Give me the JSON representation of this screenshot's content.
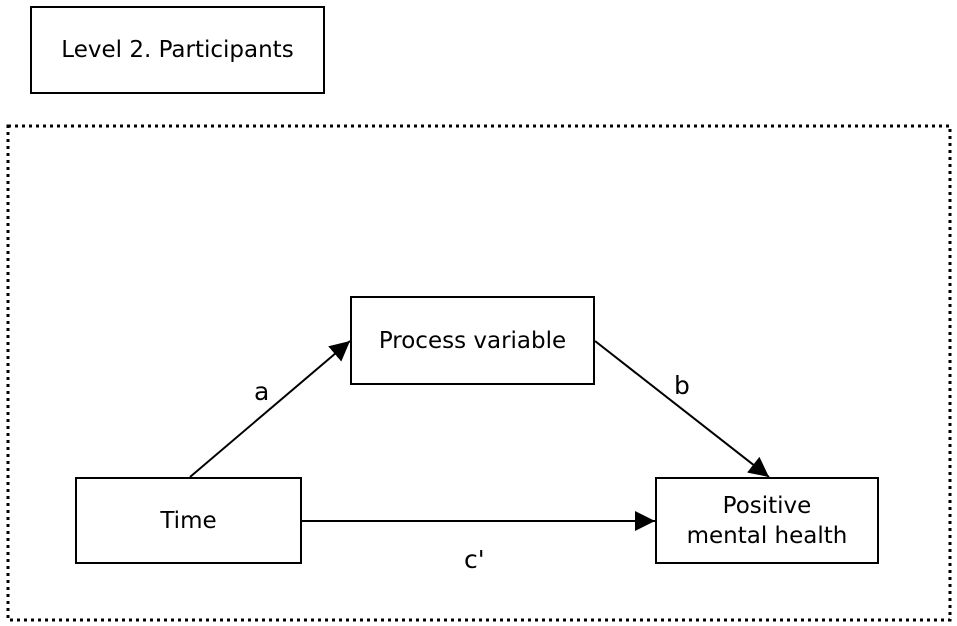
{
  "level": {
    "label": "Level 2. Participants"
  },
  "nodes": {
    "process": "Process variable",
    "time": "Time",
    "outcome": "Positive\nmental health"
  },
  "paths": {
    "a": "a",
    "b": "b",
    "c_prime": "c'"
  },
  "colors": {
    "stroke": "#000000",
    "background": "#ffffff"
  }
}
